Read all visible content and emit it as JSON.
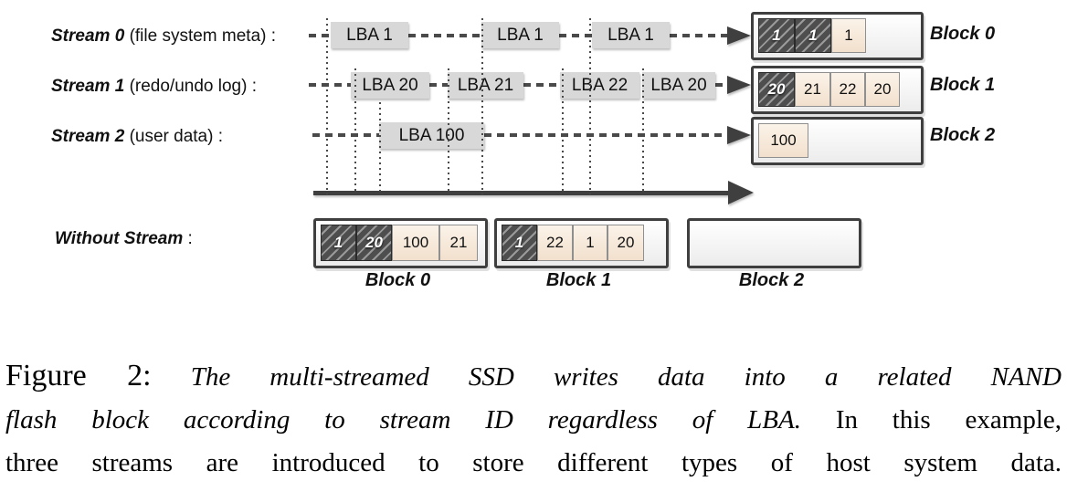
{
  "figure": {
    "colon": ":",
    "streams": [
      {
        "name": "Stream 0",
        "desc": "(file system meta)",
        "writes": [
          "LBA 1",
          "LBA 1",
          "LBA 1"
        ]
      },
      {
        "name": "Stream 1",
        "desc": "(redo/undo log)",
        "writes": [
          "LBA 20",
          "LBA 21",
          "LBA 22",
          "LBA 20"
        ]
      },
      {
        "name": "Stream 2",
        "desc": "(user data)",
        "writes": [
          "LBA 100"
        ]
      }
    ],
    "blocks_right": [
      {
        "label": "Block 0",
        "cells": [
          {
            "v": "1",
            "hatched": true
          },
          {
            "v": "1",
            "hatched": true
          },
          {
            "v": "1",
            "hatched": false
          }
        ]
      },
      {
        "label": "Block 1",
        "cells": [
          {
            "v": "20",
            "hatched": true
          },
          {
            "v": "21",
            "hatched": false
          },
          {
            "v": "22",
            "hatched": false
          },
          {
            "v": "20",
            "hatched": false
          }
        ]
      },
      {
        "label": "Block 2",
        "cells": [
          {
            "v": "100",
            "hatched": false
          }
        ]
      }
    ],
    "without_stream": {
      "label": "Without Stream",
      "blocks": [
        {
          "label": "Block 0",
          "cells": [
            {
              "v": "1",
              "hatched": true
            },
            {
              "v": "20",
              "hatched": true
            },
            {
              "v": "100",
              "hatched": false
            },
            {
              "v": "21",
              "hatched": false
            }
          ]
        },
        {
          "label": "Block 1",
          "cells": [
            {
              "v": "1",
              "hatched": true
            },
            {
              "v": "22",
              "hatched": false
            },
            {
              "v": "1",
              "hatched": false
            },
            {
              "v": "20",
              "hatched": false
            }
          ]
        },
        {
          "label": "Block 2",
          "cells": []
        }
      ]
    }
  },
  "caption": {
    "tag": "Figure 2:",
    "italic_line1": "The multi-streamed SSD writes data into a related NAND",
    "italic_line2": "flash block according to stream ID regardless of LBA.",
    "roman_line2": "In this example,",
    "roman_line3": "three streams are introduced to store different types of host system data."
  },
  "colors": {
    "diagram_dark": "#3f3f3f",
    "lba_box_gray": "#d8d8d8",
    "hatched_cell": "#4e4e4e",
    "written_cell_cream": "#f7e9da",
    "text": "#111111",
    "background": "#ffffff"
  }
}
